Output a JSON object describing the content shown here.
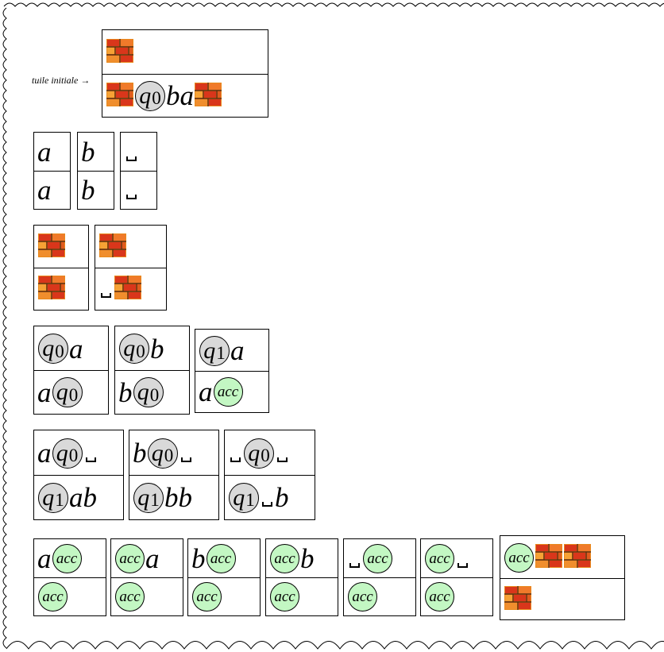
{
  "label": "tuile initiale →",
  "tiles": [
    {
      "top": [
        "brick"
      ],
      "bot": [
        "brick",
        "q0",
        "b",
        "a",
        "brick"
      ]
    },
    {
      "top": [
        "a"
      ],
      "bot": [
        "a"
      ]
    },
    {
      "top": [
        "b"
      ],
      "bot": [
        "b"
      ]
    },
    {
      "top": [
        "_"
      ],
      "bot": [
        "_"
      ]
    },
    {
      "top": [
        "brick"
      ],
      "bot": [
        "brick"
      ]
    },
    {
      "top": [
        "brick"
      ],
      "bot": [
        "_",
        "brick"
      ]
    },
    {
      "top": [
        "q0",
        "a"
      ],
      "bot": [
        "a",
        "q0"
      ]
    },
    {
      "top": [
        "q0",
        "b"
      ],
      "bot": [
        "b",
        "q0"
      ]
    },
    {
      "top": [
        "q1",
        "a"
      ],
      "bot": [
        "a",
        "acc"
      ]
    },
    {
      "top": [
        "a",
        "q0",
        "_"
      ],
      "bot": [
        "q1",
        "a",
        "b"
      ]
    },
    {
      "top": [
        "b",
        "q0",
        "_"
      ],
      "bot": [
        "q1",
        "b",
        "b"
      ]
    },
    {
      "top": [
        "_",
        "q0",
        "_"
      ],
      "bot": [
        "q1",
        "_",
        "b"
      ]
    },
    {
      "top": [
        "a",
        "acc"
      ],
      "bot": [
        "acc"
      ]
    },
    {
      "top": [
        "acc",
        "a"
      ],
      "bot": [
        "acc"
      ]
    },
    {
      "top": [
        "b",
        "acc"
      ],
      "bot": [
        "acc"
      ]
    },
    {
      "top": [
        "acc",
        "b"
      ],
      "bot": [
        "acc"
      ]
    },
    {
      "top": [
        "_",
        "acc"
      ],
      "bot": [
        "acc"
      ]
    },
    {
      "top": [
        "acc",
        "_"
      ],
      "bot": [
        "acc"
      ]
    },
    {
      "top": [
        "acc",
        "brick",
        "brick"
      ],
      "bot": [
        "brick"
      ]
    }
  ],
  "states": {
    "q0": [
      "q",
      "0"
    ],
    "q1": [
      "q",
      "1"
    ],
    "acc": "acc"
  },
  "colors": {
    "state_fill": "#d9d9d9",
    "accept_fill": "#c3f7c3",
    "brick_orange": "#e8891c",
    "brick_red": "#d9361b"
  }
}
